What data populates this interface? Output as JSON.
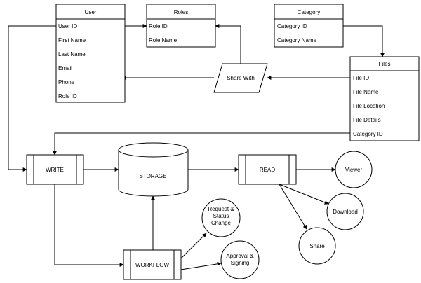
{
  "tables": {
    "user": {
      "title": "User",
      "fields": [
        "User ID",
        "First  Name",
        "Last Name",
        "Email",
        "Phone",
        "Role ID"
      ]
    },
    "roles": {
      "title": "Roles",
      "fields": [
        "Role ID",
        "Role Name"
      ]
    },
    "category": {
      "title": "Category",
      "fields": [
        "Category ID",
        "Category Name"
      ]
    },
    "files": {
      "title": "Files",
      "fields": [
        "File ID",
        "File Name",
        "File Location",
        "File Details",
        "Category ID"
      ]
    }
  },
  "nodes": {
    "share_with": "Share With",
    "write": "WRITE",
    "storage": "STORAGE",
    "read": "READ",
    "workflow": "WORKFLOW",
    "viewer": "Viewer",
    "download": "Download",
    "share": "Share",
    "request": [
      "Request &",
      "Status",
      "Change"
    ],
    "approval": [
      "Approval &",
      "Signing"
    ]
  }
}
